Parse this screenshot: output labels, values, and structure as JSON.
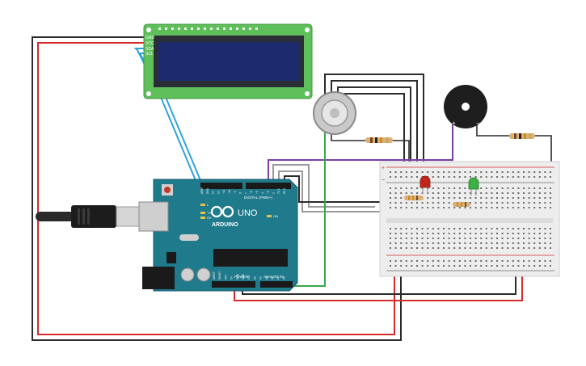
{
  "lcd": {
    "pin_labels": [
      "GND",
      "VCC",
      "SDA",
      "SCL"
    ]
  },
  "arduino": {
    "brand": "ARDUINO",
    "model": "UNO",
    "digital_label": "DIGITAL (PWM~)",
    "power_label": "POWER",
    "analog_label": "ANALOG IN",
    "pin_labels_top": [
      "AREF",
      "GND",
      "13",
      "12",
      "~11",
      "~10",
      "~9",
      "8",
      "7",
      "~6",
      "~5",
      "4",
      "~3",
      "2",
      "TX 1",
      "RX 0"
    ],
    "pin_labels_bottom": [
      "IOREF",
      "RESET",
      "3V3",
      "5V",
      "GND",
      "GND",
      "VIN",
      "A0",
      "A1",
      "A2",
      "A3",
      "A4",
      "A5"
    ],
    "indicator_labels": [
      "L",
      "TX",
      "RX",
      "ON"
    ]
  },
  "breadboard": {
    "rail_plus": "+",
    "rail_minus": "−"
  },
  "buzzer": {
    "plus": "+",
    "minus": "−"
  },
  "colors": {
    "wire_black": "#2b2b2b",
    "wire_red": "#d42a2a",
    "wire_blue": "#2fa3d6",
    "wire_green": "#3aa64a",
    "wire_purple": "#7b3fa0",
    "wire_gray": "#9a9a9a",
    "board_teal": "#1f7a8c",
    "lcd_green": "#5fbf5a",
    "lcd_screen": "#1e2a6e",
    "led_red": "#c0281c",
    "led_green": "#3cb043"
  }
}
